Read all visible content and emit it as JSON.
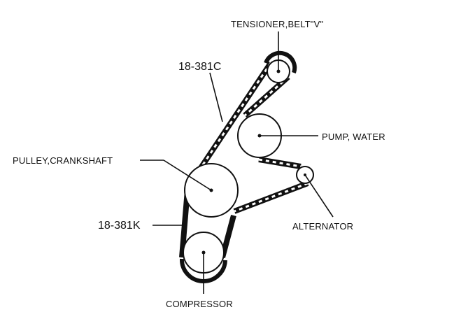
{
  "labels": {
    "tensioner": "TENSIONER,BELT\"V\"",
    "belt_upper": "18-381C",
    "pump": "PUMP, WATER",
    "crankshaft": "PULLEY,CRANKSHAFT",
    "belt_lower": "18-381K",
    "alternator": "ALTERNATOR",
    "compressor": "COMPRESSOR"
  },
  "colors": {
    "ink": "#111111",
    "background": "#ffffff"
  }
}
